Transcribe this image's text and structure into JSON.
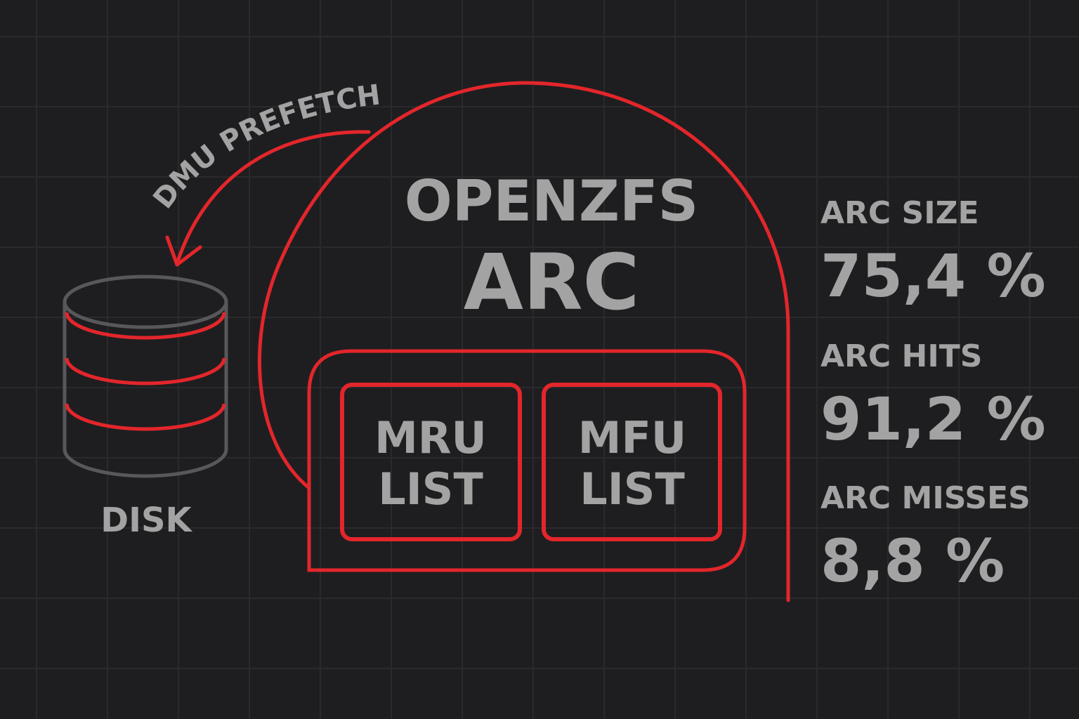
{
  "title_line1": "OPENZFS",
  "title_line2": "ARC",
  "prefetch_label": "DMU PREFETCH",
  "disk_label": "DISK",
  "lists": [
    {
      "line1": "MRU",
      "line2": "LIST"
    },
    {
      "line1": "MFU",
      "line2": "LIST"
    }
  ],
  "stats": [
    {
      "label": "ARC SIZE",
      "value": "75,4 %"
    },
    {
      "label": "ARC HITS",
      "value": "91,2 %"
    },
    {
      "label": "ARC MISSES",
      "value": "8,8 %"
    }
  ],
  "colors": {
    "accent": "#e3262b",
    "text": "#a3a3a3",
    "background": "#1e1e20",
    "disk_outline": "#58585c"
  }
}
